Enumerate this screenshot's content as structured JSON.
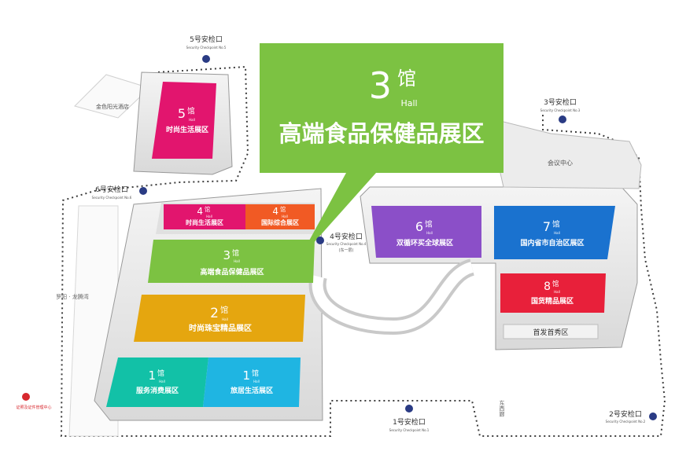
{
  "callout": {
    "num": "3",
    "guan": "馆",
    "hall": "Hall",
    "title": "高端食品保健品展区",
    "color": "#7cc242"
  },
  "halls": [
    {
      "id": "5",
      "num": "5",
      "guan": "馆",
      "hall": "Hall",
      "name": "时尚生活展区",
      "color": "#e2156e"
    },
    {
      "id": "4a",
      "num": "4",
      "guan": "馆",
      "hall": "Hall",
      "name": "时尚生活展区",
      "color": "#e2156e"
    },
    {
      "id": "4b",
      "num": "4",
      "guan": "馆",
      "hall": "Hall",
      "name": "国际综合展区",
      "color": "#f15a24"
    },
    {
      "id": "3",
      "num": "3",
      "guan": "馆",
      "hall": "Hall",
      "name": "高端食品保健品展区",
      "color": "#7cc242"
    },
    {
      "id": "2",
      "num": "2",
      "guan": "馆",
      "hall": "Hall",
      "name": "时尚珠宝精品展区",
      "color": "#e5a60f"
    },
    {
      "id": "1a",
      "num": "1",
      "guan": "馆",
      "hall": "Hall",
      "name": "服务消费展区",
      "color": "#12c1a7"
    },
    {
      "id": "1b",
      "num": "1",
      "guan": "馆",
      "hall": "Hall",
      "name": "旅居生活展区",
      "color": "#1fb5e2"
    },
    {
      "id": "6",
      "num": "6",
      "guan": "馆",
      "hall": "Hall",
      "name": "双循环买全球展区",
      "color": "#8b4fc8"
    },
    {
      "id": "7",
      "num": "7",
      "guan": "馆",
      "hall": "Hall",
      "name": "国内省市自治区展区",
      "color": "#1a72cf"
    },
    {
      "id": "8",
      "num": "8",
      "guan": "馆",
      "hall": "Hall",
      "name": "国货精品展区",
      "color": "#e8203a"
    }
  ],
  "checkpoints": [
    {
      "id": "cp5",
      "zh": "5号安检口",
      "en": "Security Checkpoint No.5"
    },
    {
      "id": "cp3",
      "zh": "3号安检口",
      "en": "Security Checkpoint No.3"
    },
    {
      "id": "cp6",
      "zh": "6号安检口",
      "en": "Security Checkpoint No.6"
    },
    {
      "id": "cp4",
      "zh": "4号安检口",
      "en": "Security Checkpoint No.4"
    },
    {
      "id": "cp1",
      "zh": "1号安检口",
      "en": "Security Checkpoint No.1"
    },
    {
      "id": "cp2",
      "zh": "2号安检口",
      "en": "Security Checkpoint No.2"
    }
  ],
  "places": {
    "hotel": "金色阳光酒店",
    "conference": "会议中心",
    "first_show": "首发首秀区",
    "luoyang": "罗阳 · 龙腾湾",
    "east_west": "东西廊",
    "cert_center": "证照及证件管理中心",
    "east_first": "(东一层)",
    "hall_small_4": "Hall 4"
  }
}
